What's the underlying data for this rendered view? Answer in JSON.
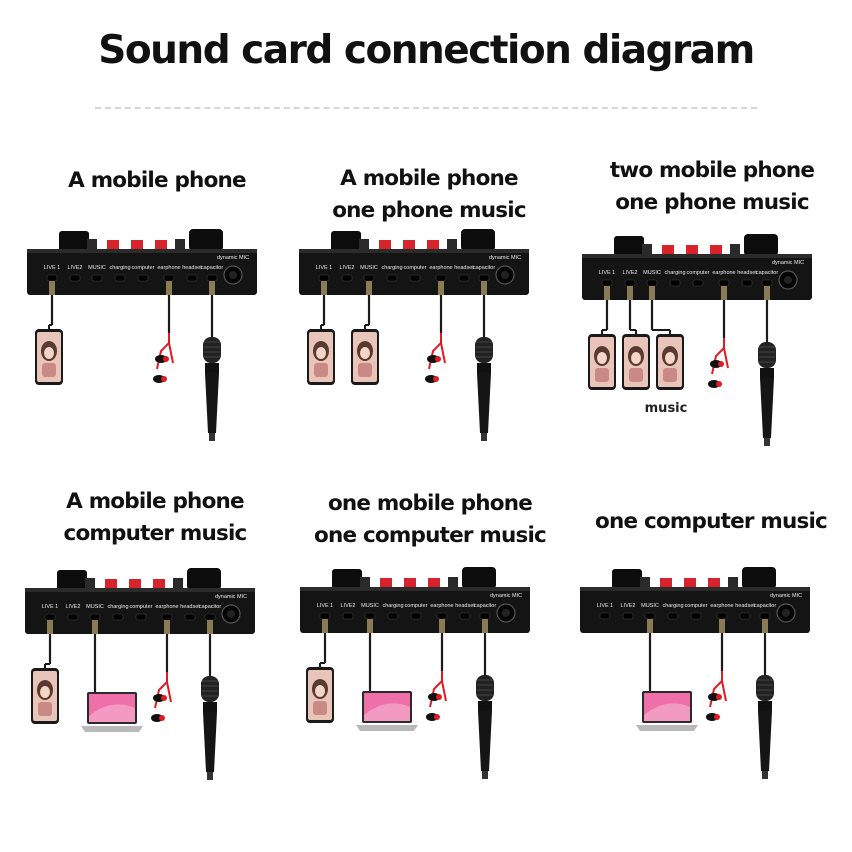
{
  "title": "Sound card connection diagram",
  "ports": {
    "live1": "LIVE 1",
    "live2": "LIVE2",
    "music": "MUSIC",
    "charging": "charging",
    "computer": "computer",
    "earphone": "earphone",
    "headset": "headset",
    "capacitor": "capacitor",
    "mic": "dynamic MIC"
  },
  "panels": [
    {
      "caption": [
        "A mobile phone"
      ],
      "connections": [
        "live1-phone",
        "earphone",
        "microphone"
      ]
    },
    {
      "caption": [
        "A mobile phone",
        "one phone music"
      ],
      "connections": [
        "live1-phone",
        "music-phone",
        "earphone",
        "microphone"
      ]
    },
    {
      "caption": [
        "two mobile phone",
        "one phone music"
      ],
      "connections": [
        "live1-phone",
        "live2-phone",
        "music-phone",
        "earphone",
        "microphone"
      ],
      "extra_label": "music"
    },
    {
      "caption": [
        "A mobile phone",
        "computer music"
      ],
      "connections": [
        "live1-phone",
        "music-computer",
        "earphone",
        "microphone"
      ]
    },
    {
      "caption": [
        "one mobile phone",
        "one computer music"
      ],
      "connections": [
        "live1-phone",
        "music-computer",
        "earphone",
        "microphone"
      ]
    },
    {
      "caption": [
        "one computer music"
      ],
      "connections": [
        "music-computer",
        "earphone",
        "microphone"
      ]
    }
  ],
  "colors": {
    "device_body": "#141414",
    "knob": "#0c0c0c",
    "button_red": "#d8232a",
    "cable": "#1a1a1a",
    "connector": "#8a7a55",
    "earphone_red": "#e11b22",
    "phone_screen": "#e9c4b8",
    "laptop_screen": "#ef6fa8"
  }
}
